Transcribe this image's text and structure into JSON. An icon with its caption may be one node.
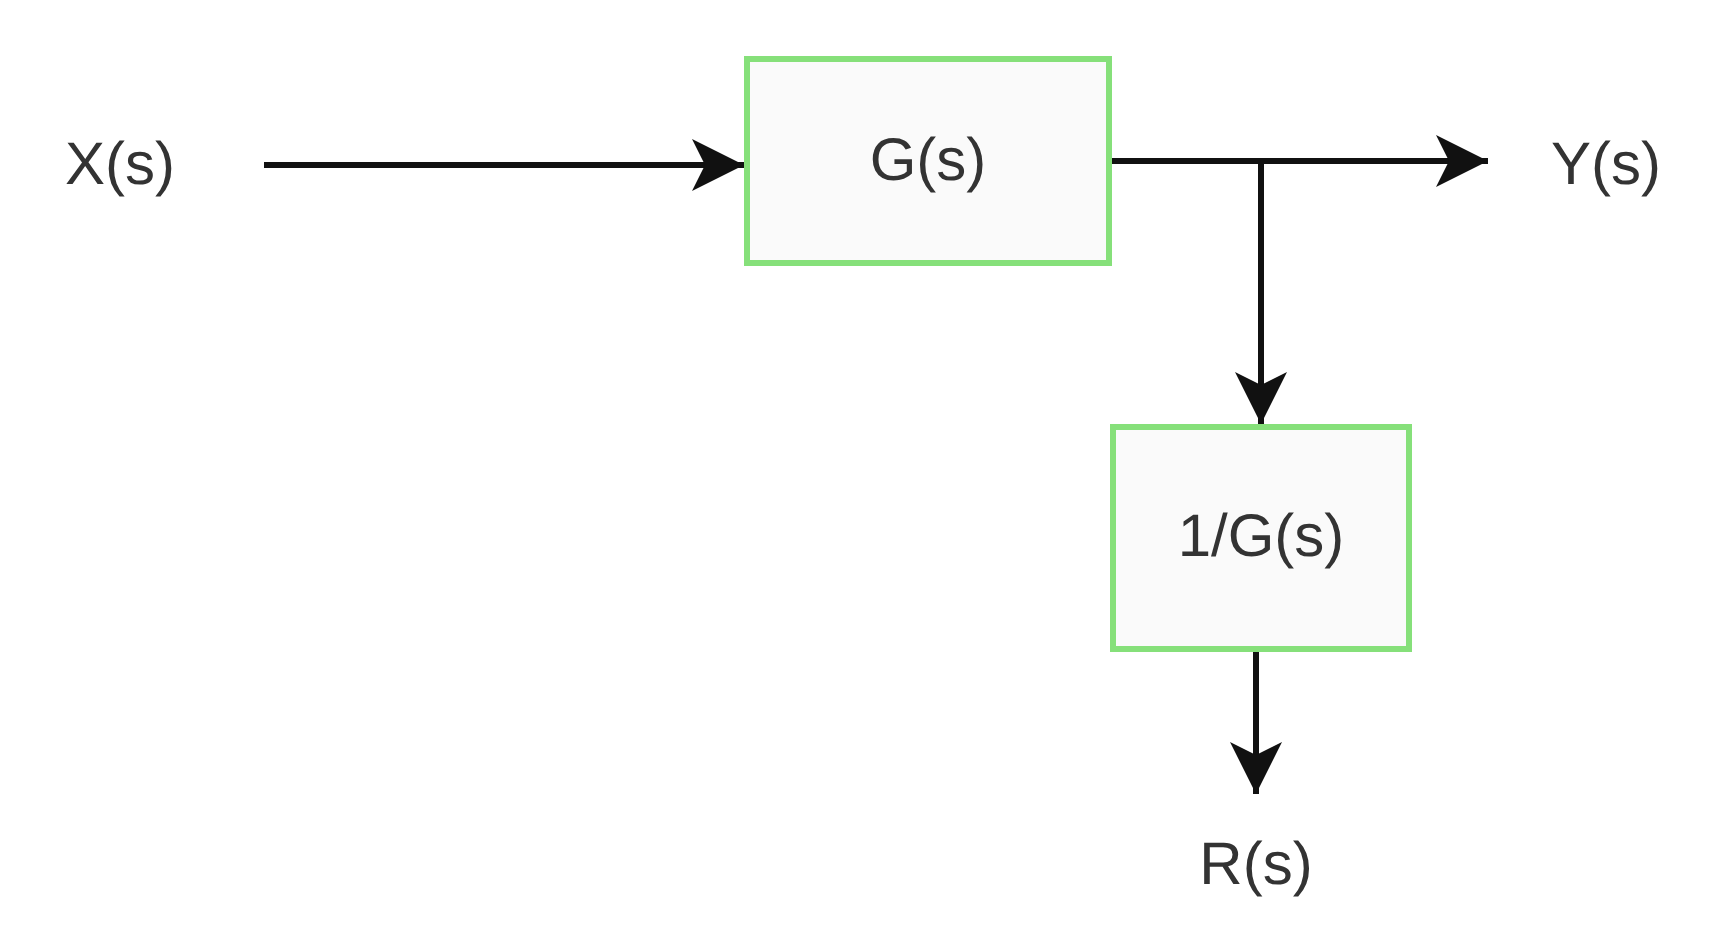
{
  "diagram": {
    "nodes": [
      {
        "text": [
          "X(s)"
        ]
      },
      {
        "text": [
          "G(s)"
        ]
      },
      {
        "text": [
          "Y(s)"
        ]
      },
      {
        "text": [
          "1/G(s)"
        ]
      },
      {
        "text": [
          "R(s)"
        ]
      }
    ],
    "edges": [
      {
        "from": 0,
        "to": 1,
        "arrow": "to"
      },
      {
        "from": 1,
        "to": 2,
        "arrow": "to"
      },
      {
        "from": 1,
        "to": 3,
        "arrow": "to"
      },
      {
        "from": 3,
        "to": 4,
        "arrow": "to"
      }
    ]
  }
}
